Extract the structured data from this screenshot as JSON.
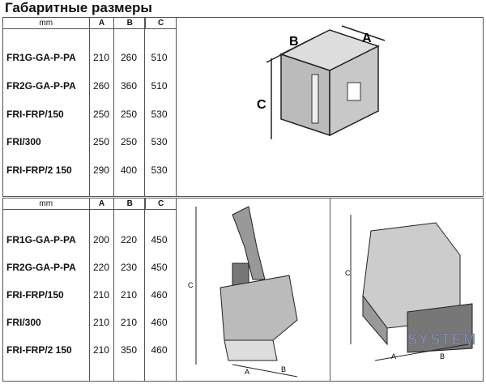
{
  "title": "Габаритные размеры",
  "headers": [
    "mm",
    "A",
    "B",
    "C"
  ],
  "table1": [
    [
      "FR1G-GA-P-PA",
      "210",
      "260",
      "510"
    ],
    [
      "FR2G-GA-P-PA",
      "260",
      "360",
      "510"
    ],
    [
      "FRI-FRP/150",
      "250",
      "250",
      "530"
    ],
    [
      "FRI/300",
      "250",
      "250",
      "530"
    ],
    [
      "FRI-FRP/2 150",
      "290",
      "400",
      "530"
    ]
  ],
  "table2": [
    [
      "FR1G-GA-P-PA",
      "200",
      "220",
      "450"
    ],
    [
      "FR2G-GA-P-PA",
      "220",
      "230",
      "450"
    ],
    [
      "FRI-FRP/150",
      "210",
      "210",
      "460"
    ],
    [
      "FRI/300",
      "210",
      "210",
      "460"
    ],
    [
      "FRI-FRP/2 150",
      "210",
      "350",
      "460"
    ]
  ],
  "dim_labels": {
    "a": "A",
    "b": "B",
    "c": "C"
  },
  "watermark": "SYSTEM"
}
